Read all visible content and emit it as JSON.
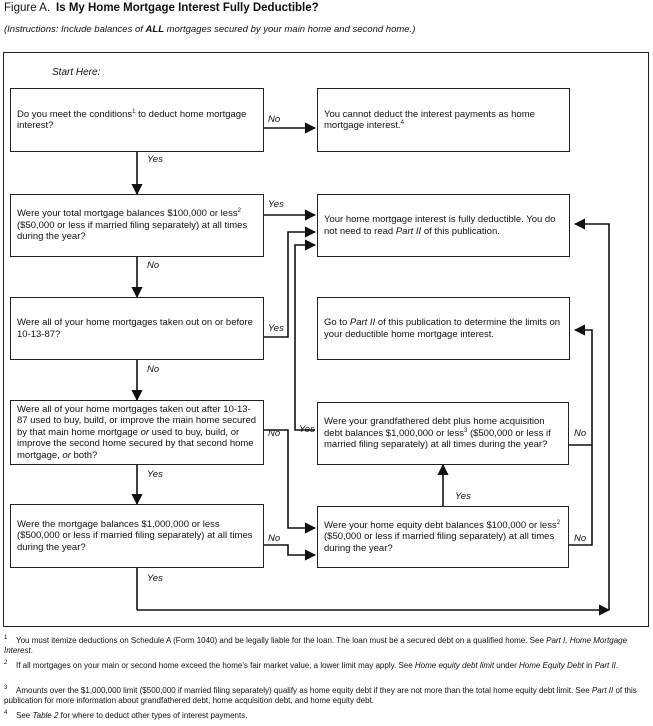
{
  "figure": {
    "label": "Figure A.",
    "title": "Is My Home Mortgage Interest Fully Deductible?"
  },
  "instructions": {
    "pre": "(Instructions: Include balances of ",
    "emph": "ALL",
    "post": " mortgages secured by your main home and second home.)"
  },
  "start_label": "Start Here:",
  "boxes": {
    "q1": {
      "a": "Do you meet the conditions",
      "sup": "1",
      "b": " to deduct home mortgage interest?"
    },
    "r1": {
      "a": "You cannot deduct the interest payments as home mortgage interest.",
      "sup": "4"
    },
    "q2": {
      "a": "Were your total mortgage balances $100,000 or less",
      "sup": "2",
      "b": " ($50,000 or less if married filing separately) at all times during the year?"
    },
    "r2": {
      "a": "Your home mortgage interest is fully deductible. You do not need to read ",
      "i": "Part II",
      "b": " of this publication."
    },
    "q3": {
      "a": "Were all of your home mortgages taken out on or before 10-13-87?"
    },
    "r3": {
      "a": "Go to ",
      "i": "Part II",
      "b": " of this publication to determine the limits on your deductible home mortgage interest."
    },
    "q4": {
      "a": "Were all of your home mortgages taken out after 10-13-87 used to buy, build, or improve the main home secured by that main home mortgage ",
      "i1": "or",
      "b": " used to buy, build, or improve the second home secured by that second home mortgage, ",
      "i2": "or",
      "c": " both?"
    },
    "q5": {
      "a": "Were the mortgage balances $1,000,000 or less ($500,000 or less if married filing separately) at all times during the year?"
    },
    "q6": {
      "a": "Were your grandfathered debt plus home acquisition debt balances $1,000,000 or less",
      "sup": "3",
      "b": " ($500,000 or less if married filing separately) at all times during the year?"
    },
    "q7": {
      "a": "Were your home equity debt balances $100,000 or less",
      "sup": "2",
      "b": " ($50,000 or less if married filing separately) at all times during the year?"
    }
  },
  "labels": {
    "no": "No",
    "yes": "Yes"
  },
  "footnotes": [
    {
      "n": "1",
      "a": "You must itemize deductions on Schedule A (Form 1040) and be legally liable for the loan. The loan must be a secured debt on a qualified home. See ",
      "i": "Part I, Home Mortgage Interest",
      "b": "."
    },
    {
      "n": "2",
      "a": "If all mortgages on your main or second home exceed the home's fair market value, a lower limit may apply. See ",
      "i": "Home equity debt limit",
      "b": " under ",
      "i2": "Home Equity Debt",
      "c": " in ",
      "i3": "Part II",
      "d": "."
    },
    {
      "n": "3",
      "a": "Amounts over the $1,000,000 limit ($500,000 if married filing separately) qualify as home equity debt if they are not more than the total home equity debt limit. See ",
      "i": "Part II",
      "b": " of this publication for more information about grandfathered debt, home acquisition debt, and home equity debt."
    },
    {
      "n": "4",
      "a": "See ",
      "i": "Table 2",
      "b": " for where to deduct other types of interest payments."
    }
  ]
}
